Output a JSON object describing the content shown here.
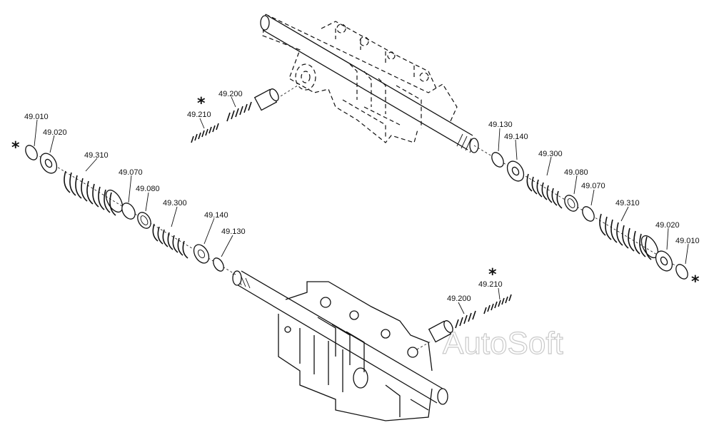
{
  "watermark": "AutoSoft",
  "asterisk": "*",
  "colors": {
    "ink": "#111111",
    "watermark": "#c9c9c9",
    "background": "#ffffff"
  },
  "labels": {
    "l49010": "49.010",
    "l49020": "49.020",
    "l49310": "49.310",
    "l49070": "49.070",
    "l49080": "49.080",
    "l49300": "49.300",
    "l49140": "49.140",
    "l49130": "49.130",
    "l49200": "49.200",
    "l49210": "49.210"
  }
}
